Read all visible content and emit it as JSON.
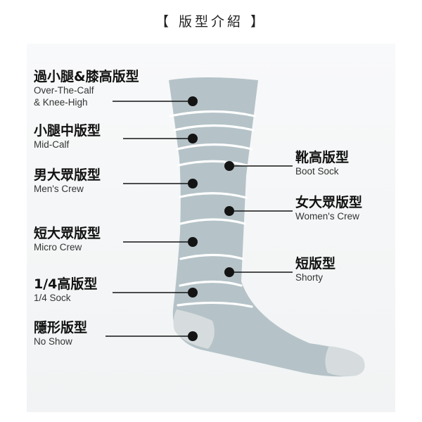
{
  "title": "【 版型介紹 】",
  "colors": {
    "sock": "#b5c3c8",
    "sock_accent": "#d6dcdd",
    "band": "#ffffff",
    "dot": "#141414",
    "line": "#141414",
    "background": "#f4f6f7"
  },
  "left_labels": [
    {
      "zh": "過小腿&膝高版型",
      "en1": "Over-The-Calf",
      "en2": "& Knee-High"
    },
    {
      "zh": "小腿中版型",
      "en1": "Mid-Calf"
    },
    {
      "zh": "男大眾版型",
      "en1": "Men's Crew"
    },
    {
      "zh": "短大眾版型",
      "en1": "Micro Crew"
    },
    {
      "zh": "1/4高版型",
      "en1": "1/4 Sock"
    },
    {
      "zh": "隱形版型",
      "en1": "No Show"
    }
  ],
  "right_labels": [
    {
      "zh": "靴高版型",
      "en1": "Boot Sock"
    },
    {
      "zh": "女大眾版型",
      "en1": "Women's Crew"
    },
    {
      "zh": "短版型",
      "en1": "Shorty"
    }
  ]
}
